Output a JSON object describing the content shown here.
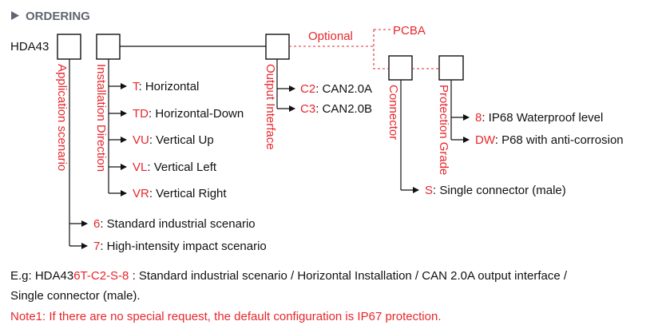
{
  "header": {
    "title": "ORDERING"
  },
  "model": "HDA43",
  "categories": {
    "application": "Application scenario",
    "installation": "Installation Direction",
    "output": "Output Interface",
    "connector": "Connector",
    "protection": "Protection Grade"
  },
  "optional_label": "Optional",
  "pcba_label": "PCBA",
  "installation_options": [
    {
      "code": "T",
      "desc": ": Horizontal"
    },
    {
      "code": "TD",
      "desc": ": Horizontal-Down"
    },
    {
      "code": "VU",
      "desc": ": Vertical Up"
    },
    {
      "code": "VL",
      "desc": ": Vertical Left"
    },
    {
      "code": "VR",
      "desc": ": Vertical Right"
    }
  ],
  "application_options": [
    {
      "code": "6",
      "desc": ": Standard industrial scenario"
    },
    {
      "code": "7",
      "desc": ": High-intensity impact scenario"
    }
  ],
  "output_options": [
    {
      "code": "C2",
      "desc": ": CAN2.0A"
    },
    {
      "code": "C3",
      "desc": ": CAN2.0B"
    }
  ],
  "protection_options": [
    {
      "code": "8",
      "desc": ": IP68 Waterproof level"
    },
    {
      "code": "DW",
      "desc": ":  P68 with anti-corrosion"
    }
  ],
  "connector_options": [
    {
      "code": "S",
      "desc": ": Single connector (male)"
    }
  ],
  "example": {
    "prefix": "E.g: HDA43",
    "code": "6T-C2-S-8",
    "desc_line1": " : Standard industrial scenario / Horizontal Installation / CAN 2.0A output interface /",
    "desc_line2": "Single connector (male)."
  },
  "note": "Note1: If there are no special request, the default configuration is IP67 protection.",
  "colors": {
    "accent_red": "#e8262b",
    "header_gray": "#5f6570",
    "text": "#111111"
  }
}
